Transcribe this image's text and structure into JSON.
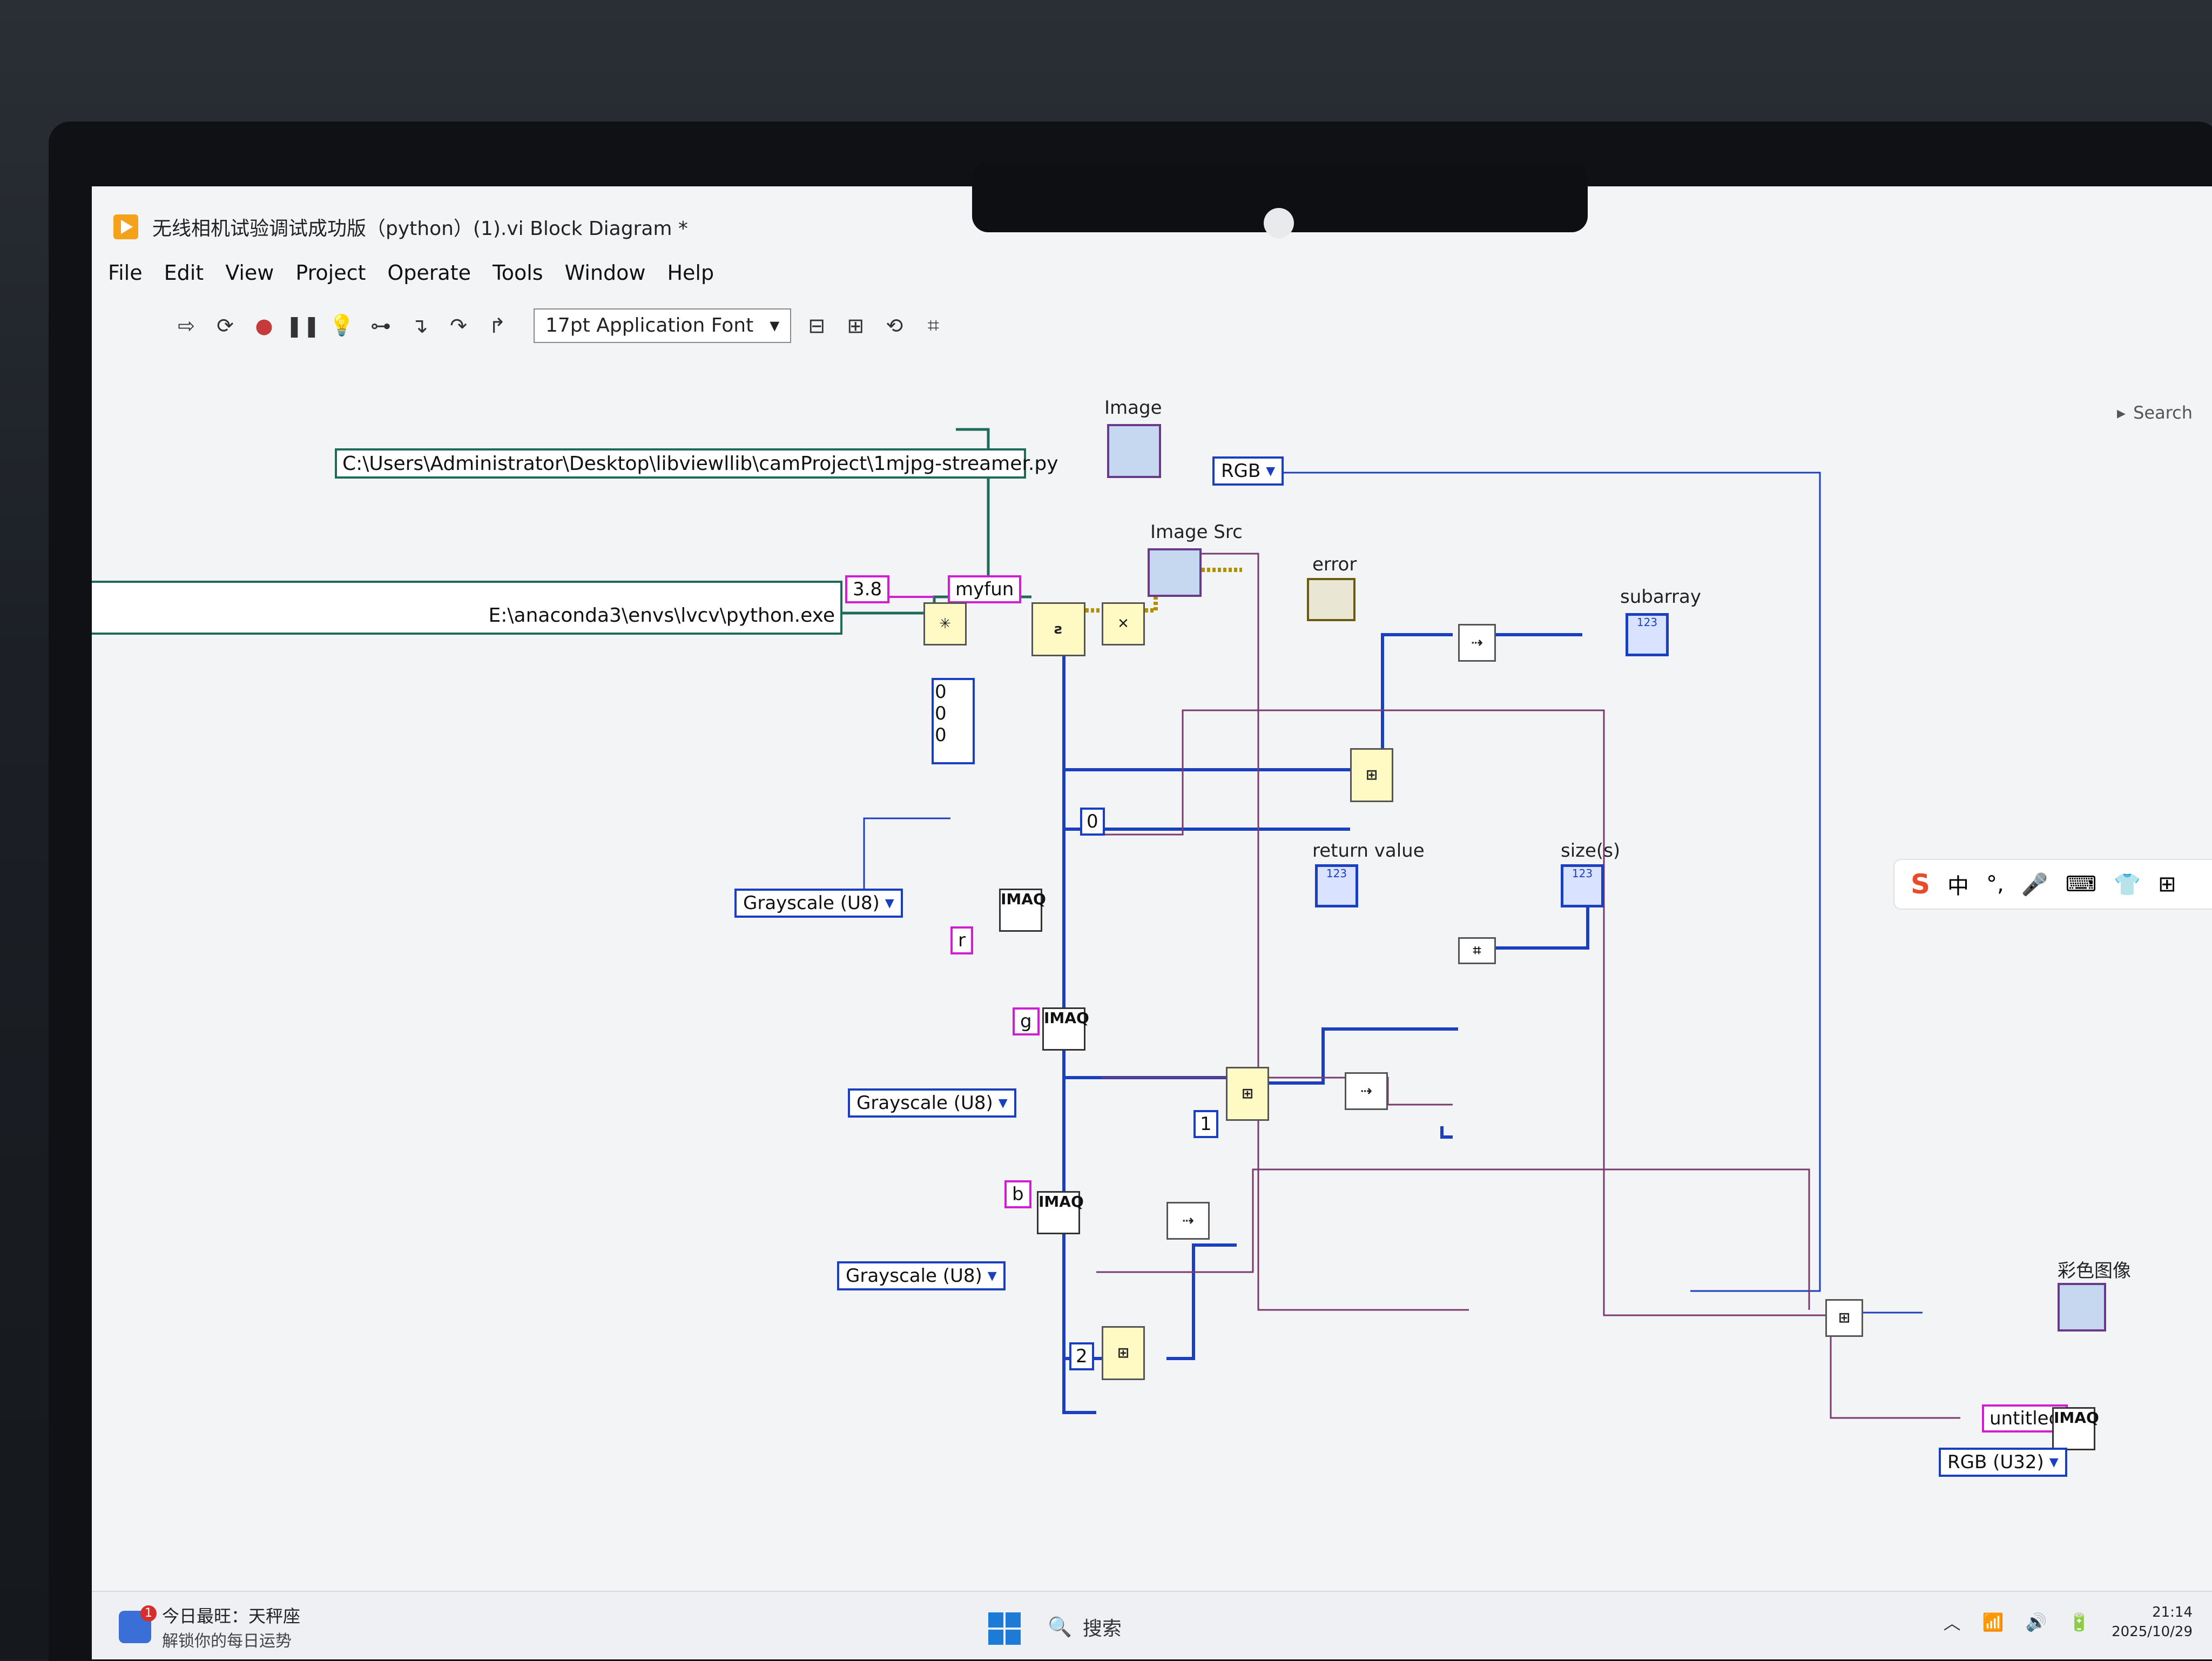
{
  "window": {
    "title": "无线相机试验调试成功版（python）(1).vi Block Diagram *"
  },
  "menu": [
    "File",
    "Edit",
    "View",
    "Project",
    "Operate",
    "Tools",
    "Window",
    "Help"
  ],
  "toolbar": {
    "font_select": "17pt Application Font",
    "icons": [
      "run-arrow-icon",
      "run-continuous-icon",
      "abort-icon",
      "pause-icon",
      "highlight-execution-icon",
      "retain-wire-values-icon",
      "step-into-icon",
      "step-over-icon",
      "step-out-icon",
      "align-icon",
      "distribute-icon",
      "reorder-icon",
      "cleanup-icon"
    ]
  },
  "search": {
    "label": "Search"
  },
  "diagram": {
    "labels": {
      "image": "Image",
      "image_src": "Image Src",
      "error": "error",
      "subarray": "subarray",
      "return_value": "return value",
      "sizes": "size(s)",
      "color_image": "彩色图像"
    },
    "constants": {
      "script_path": "C:\\Users\\Administrator\\Desktop\\libviewllib\\camProject\\1mjpg-streamer.py",
      "python_path": "E:\\anaconda3\\envs\\lvcv\\python.exe",
      "version": "3.8",
      "function": "myfun",
      "array_values": [
        "0",
        "0",
        "0"
      ],
      "zero": "0",
      "one": "1",
      "two": "2",
      "r": "r",
      "g": "g",
      "b": "b",
      "untitled": "untitled"
    },
    "enums": {
      "rgb": "RGB",
      "gray1": "Grayscale (U8)",
      "gray2": "Grayscale (U8)",
      "gray3": "Grayscale (U8)",
      "rgb_u32": "RGB (U32)"
    },
    "imaq_label": "IMAQ"
  },
  "ime_toolbar": [
    "S",
    "中",
    "°,",
    "mic-icon",
    "keyboard-icon",
    "skin-icon",
    "grid-icon"
  ],
  "taskbar": {
    "weather_title": "今日最旺：天秤座",
    "weather_sub": "解锁你的每日运势",
    "search_placeholder": "搜索",
    "time": "21:14",
    "date": "2025/10/29"
  }
}
